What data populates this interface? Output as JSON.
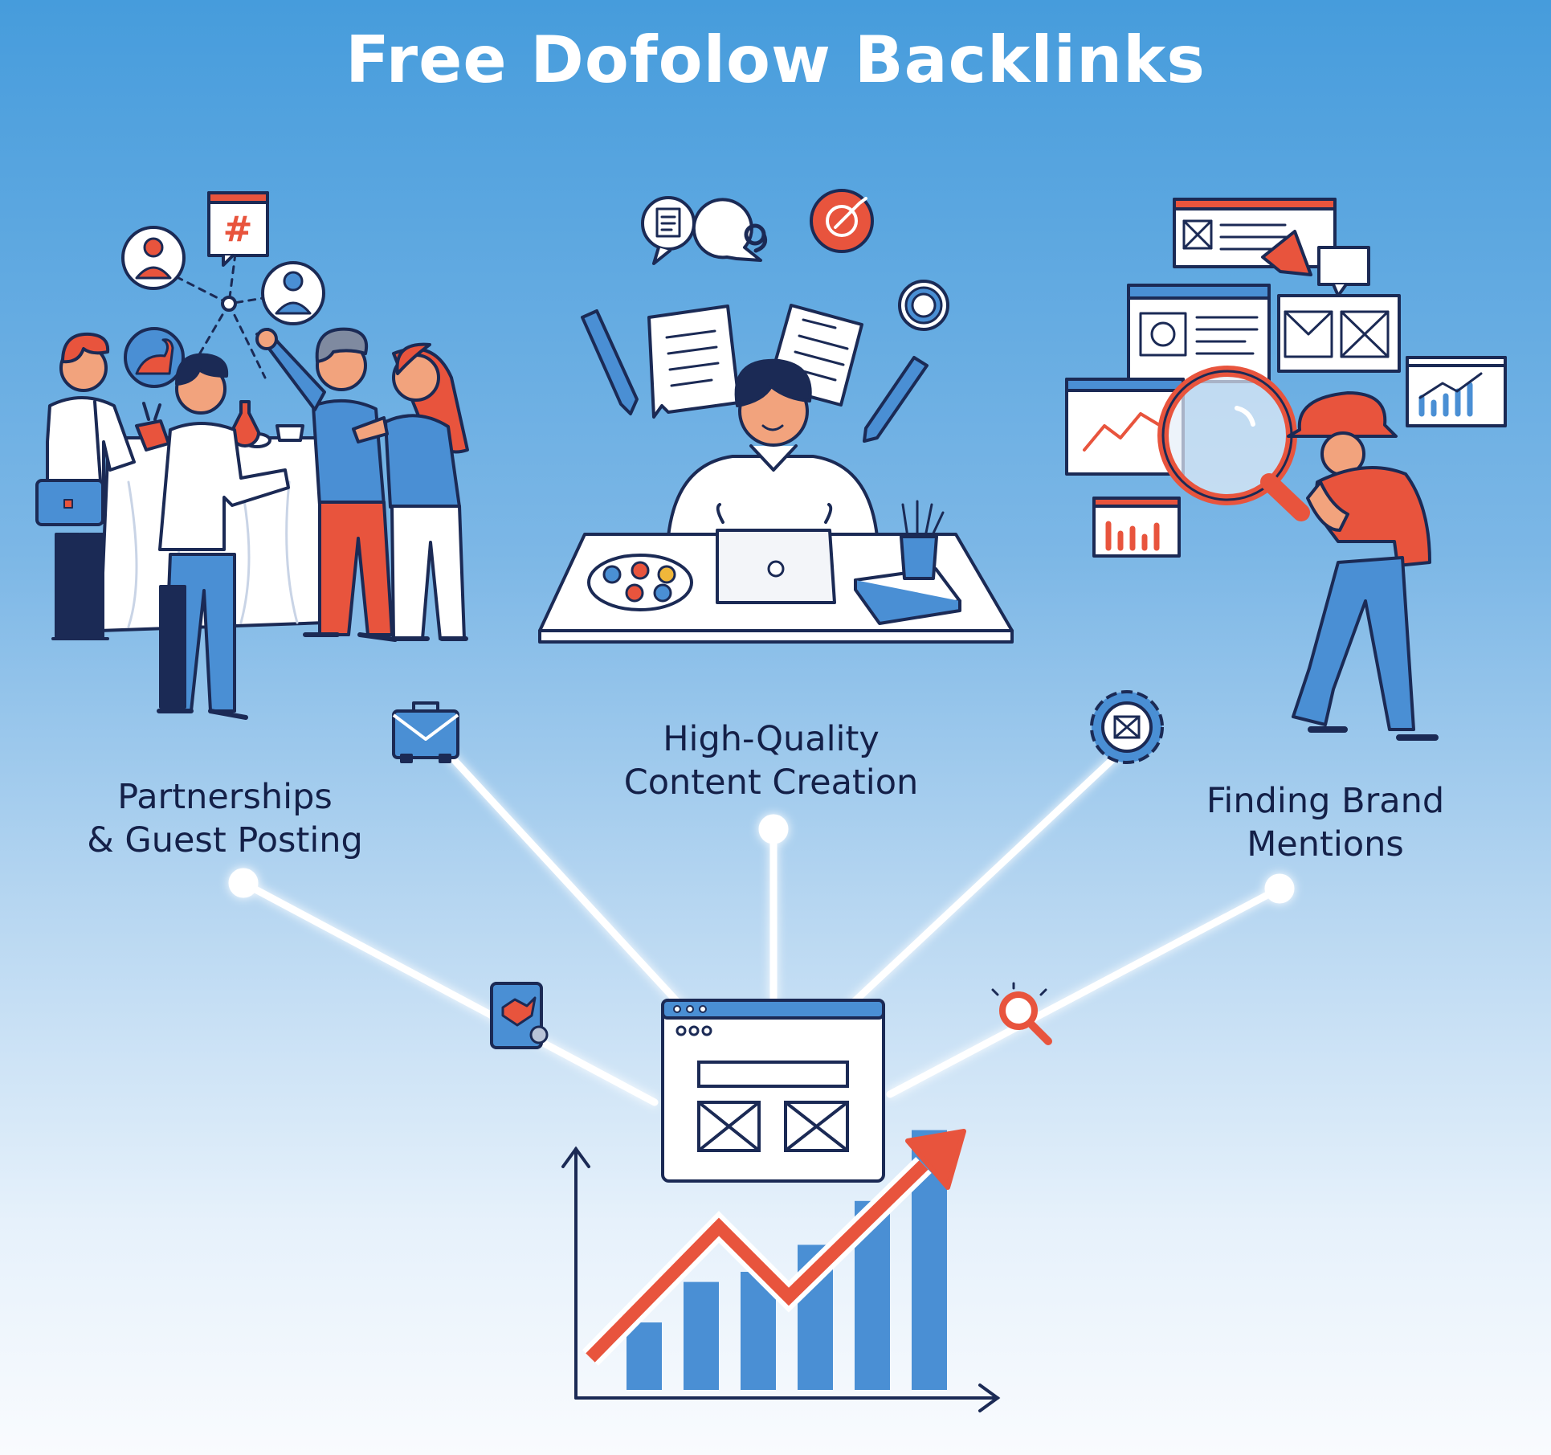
{
  "title": "Free Dofolow Backlinks",
  "strategies": [
    {
      "line1": "Partnerships",
      "line2": "& Guest Posting"
    },
    {
      "line1": "High-Quality",
      "line2": "Content Creation"
    },
    {
      "line1": "Finding Brand",
      "line2": "Mentions"
    }
  ],
  "colors": {
    "navy": "#1b2a55",
    "blue": "#4a8fd4",
    "red": "#e8543d",
    "white": "#ffffff"
  },
  "growth_bars": [
    0.2,
    0.32,
    0.35,
    0.43,
    0.56,
    0.77
  ],
  "icons": [
    "briefcase-icon",
    "gear-icon",
    "map-pin-icon",
    "magnifier-icon",
    "browser-window-icon",
    "growth-arrow-icon"
  ]
}
